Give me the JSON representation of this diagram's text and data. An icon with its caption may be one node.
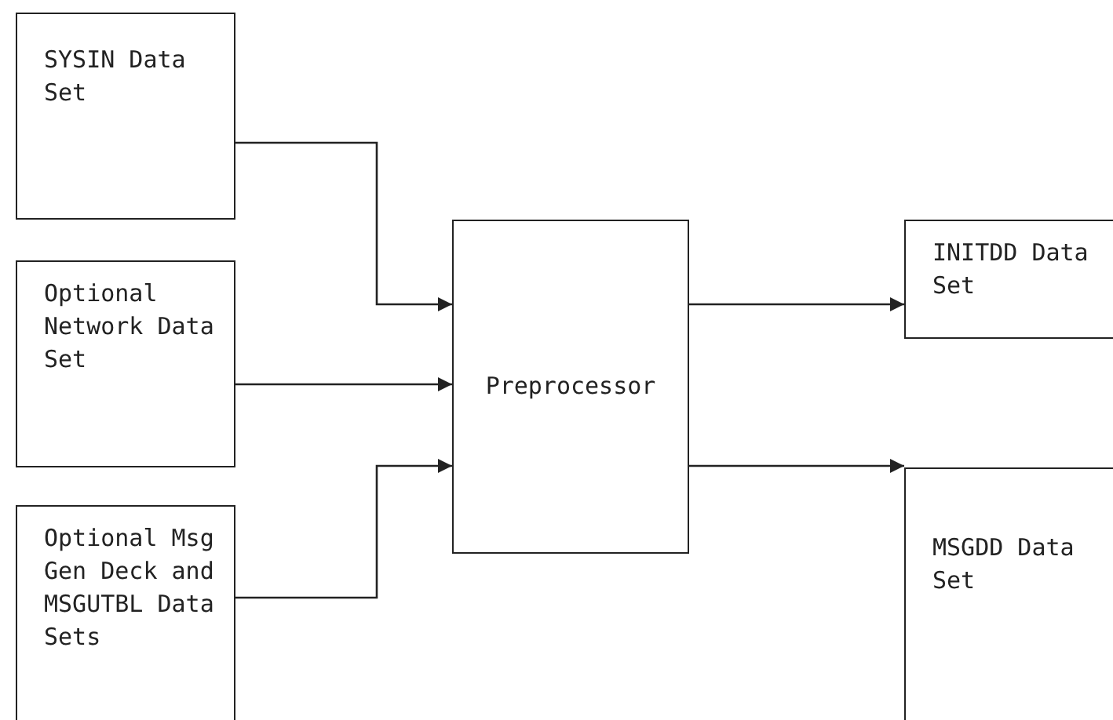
{
  "diagram": {
    "nodes": [
      {
        "text": [
          "SYSIN Data Set"
        ]
      },
      {
        "text": [
          "Optional Network Data Set"
        ]
      },
      {
        "text": [
          "Optional Msg Gen Deck and MSGUTBL Data Sets"
        ]
      },
      {
        "text": [
          "Preprocessor"
        ]
      },
      {
        "text": [
          "INITDD Data Set"
        ]
      },
      {
        "text": [
          "MSGDD Data Set"
        ]
      }
    ],
    "edges": [
      {
        "from": 0,
        "to": 3,
        "arrow": "to"
      },
      {
        "from": 1,
        "to": 3,
        "arrow": "to"
      },
      {
        "from": 2,
        "to": 3,
        "arrow": "to"
      },
      {
        "from": 3,
        "to": 4,
        "arrow": "to"
      },
      {
        "from": 3,
        "to": 5,
        "arrow": "to"
      }
    ]
  }
}
